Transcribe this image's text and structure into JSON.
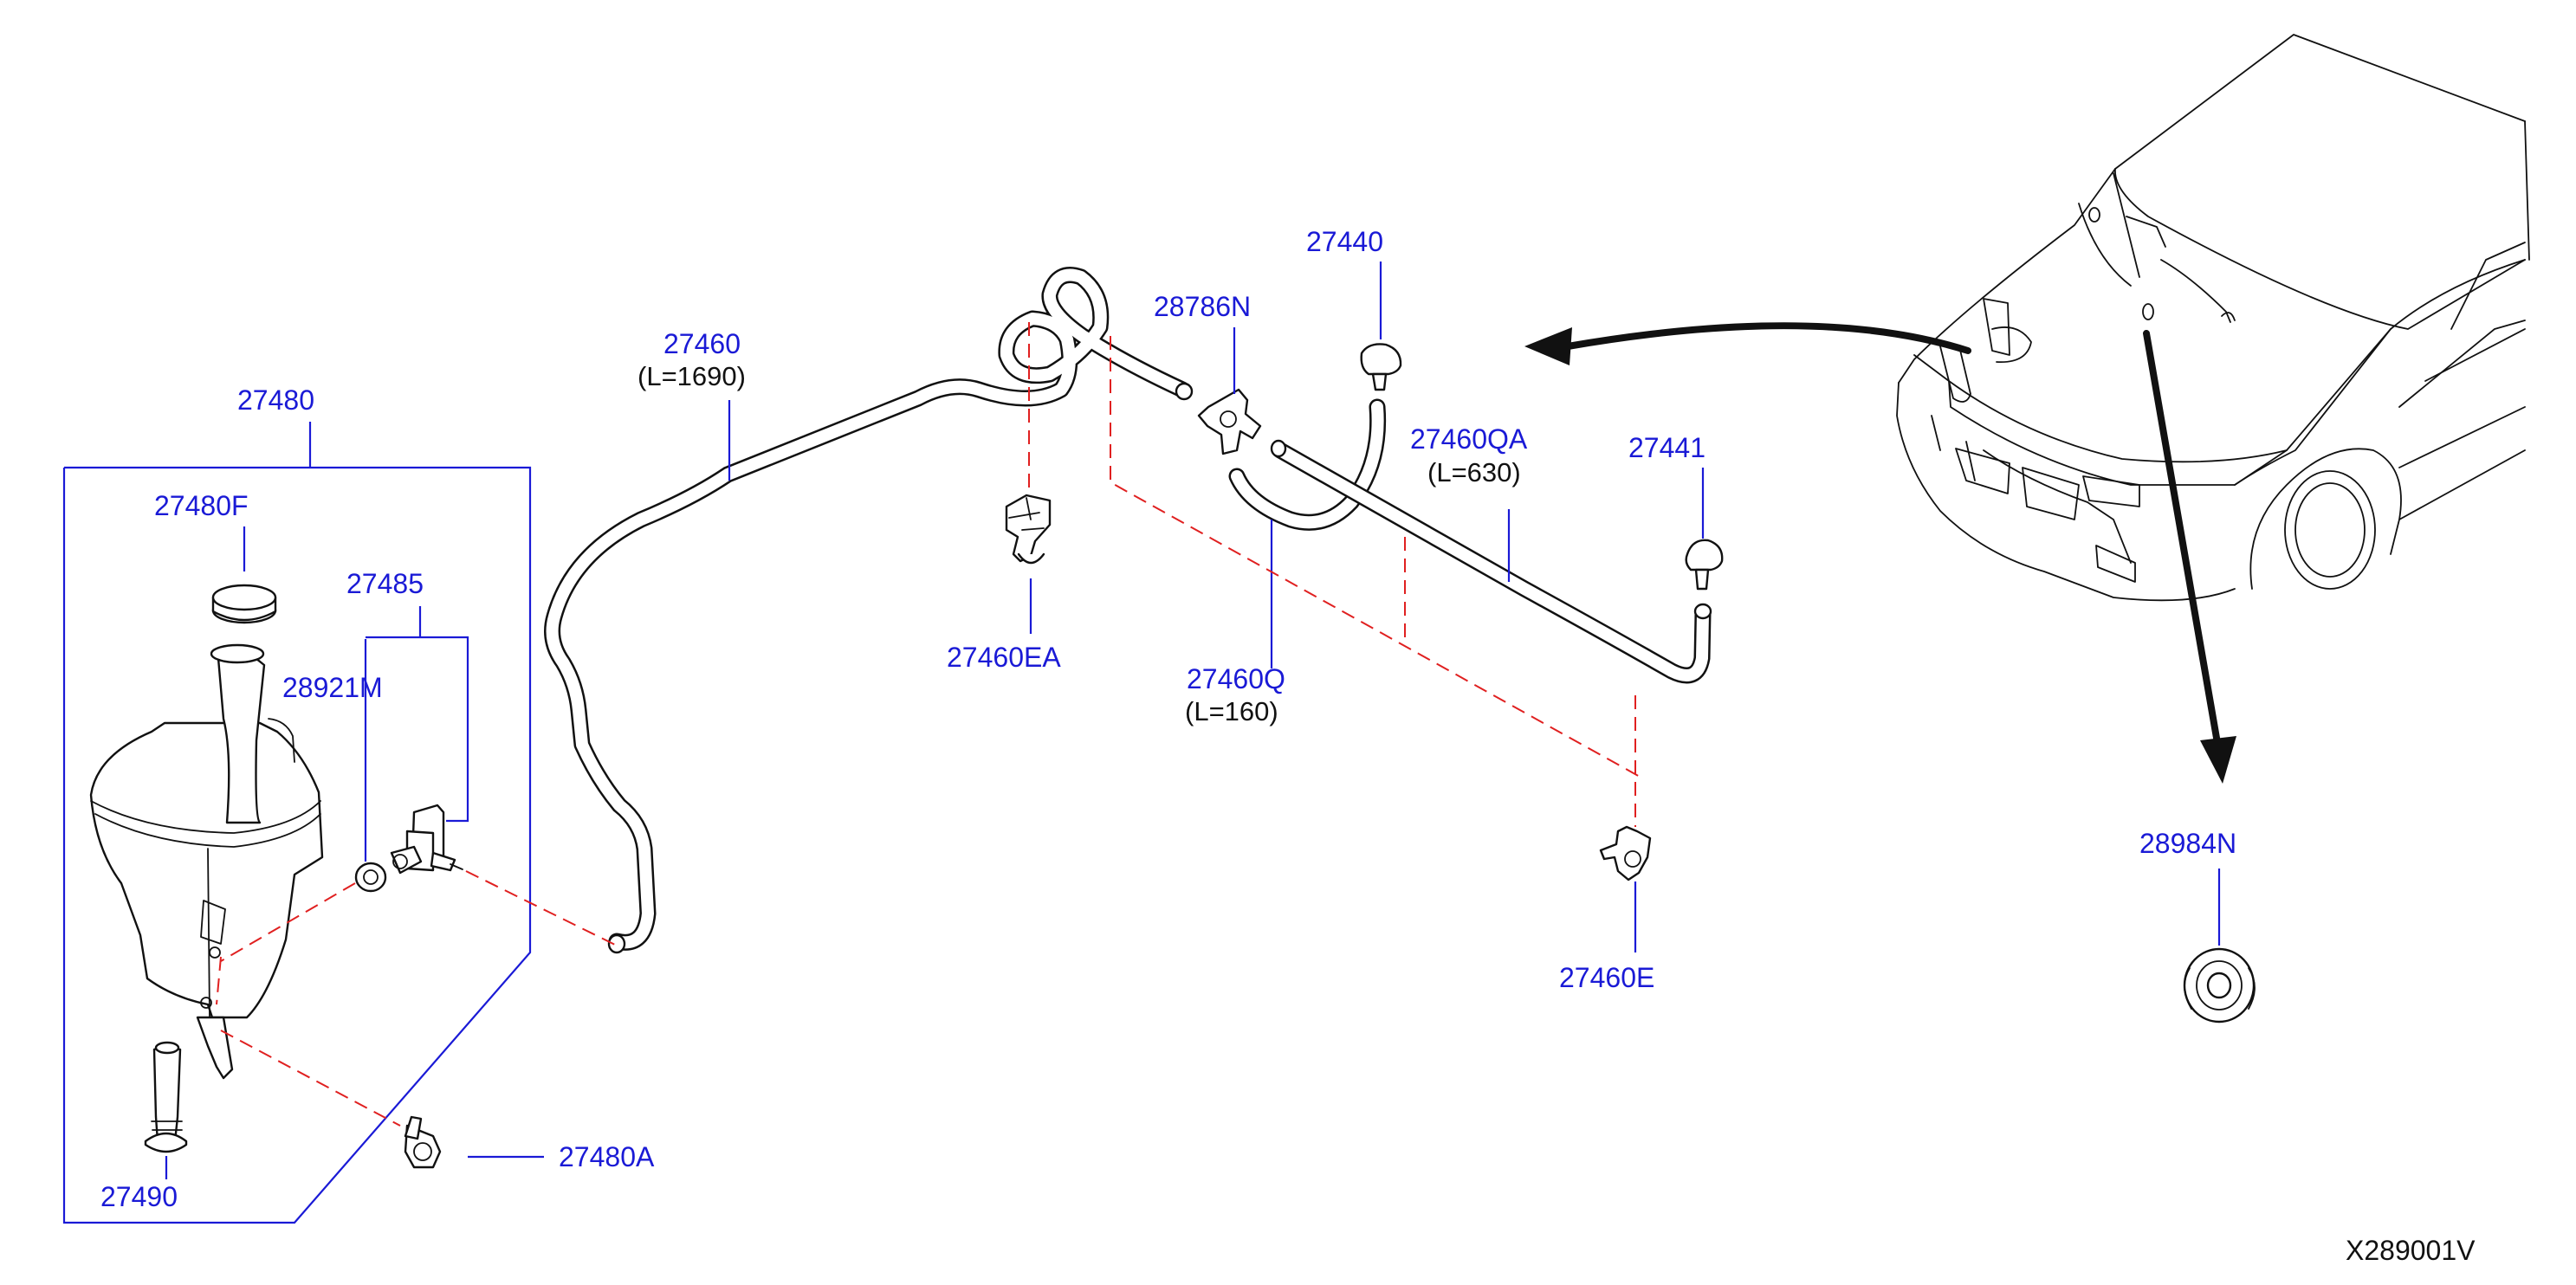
{
  "diagram_code": "X289001V",
  "parts": {
    "p27480": "27480",
    "p27480F": "27480F",
    "p27485": "27485",
    "p28921M": "28921M",
    "p27490": "27490",
    "p27480A": "27480A",
    "p27460": "27460",
    "p27460_len": "(L=1690)",
    "p27460EA": "27460EA",
    "p28786N": "28786N",
    "p27440": "27440",
    "p27460Q": "27460Q",
    "p27460Q_len": "(L=160)",
    "p27460QA": "27460QA",
    "p27460QA_len": "(L=630)",
    "p27441": "27441",
    "p27460E": "27460E",
    "p28984N": "28984N"
  },
  "colors": {
    "part_number": "#1a1ad6",
    "dashed_leader": "#e02020",
    "linework": "#111111"
  }
}
